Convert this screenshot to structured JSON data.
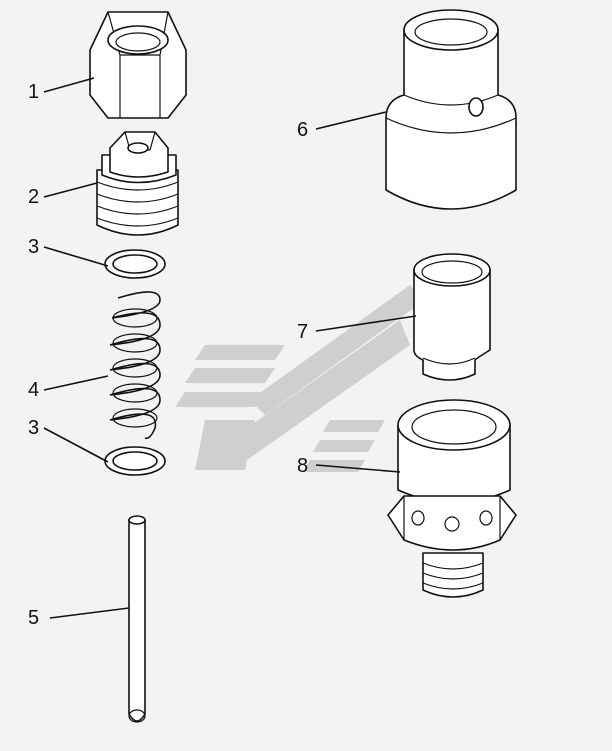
{
  "callouts": [
    {
      "id": "1",
      "label": "1"
    },
    {
      "id": "2",
      "label": "2"
    },
    {
      "id": "3a",
      "label": "3"
    },
    {
      "id": "4",
      "label": "4"
    },
    {
      "id": "3b",
      "label": "3"
    },
    {
      "id": "5",
      "label": "5"
    },
    {
      "id": "6",
      "label": "6"
    },
    {
      "id": "7",
      "label": "7"
    },
    {
      "id": "8",
      "label": "8"
    }
  ],
  "colors": {
    "background": "#f3f3f3",
    "line": "#111111",
    "watermark": "#c9c9c9"
  }
}
